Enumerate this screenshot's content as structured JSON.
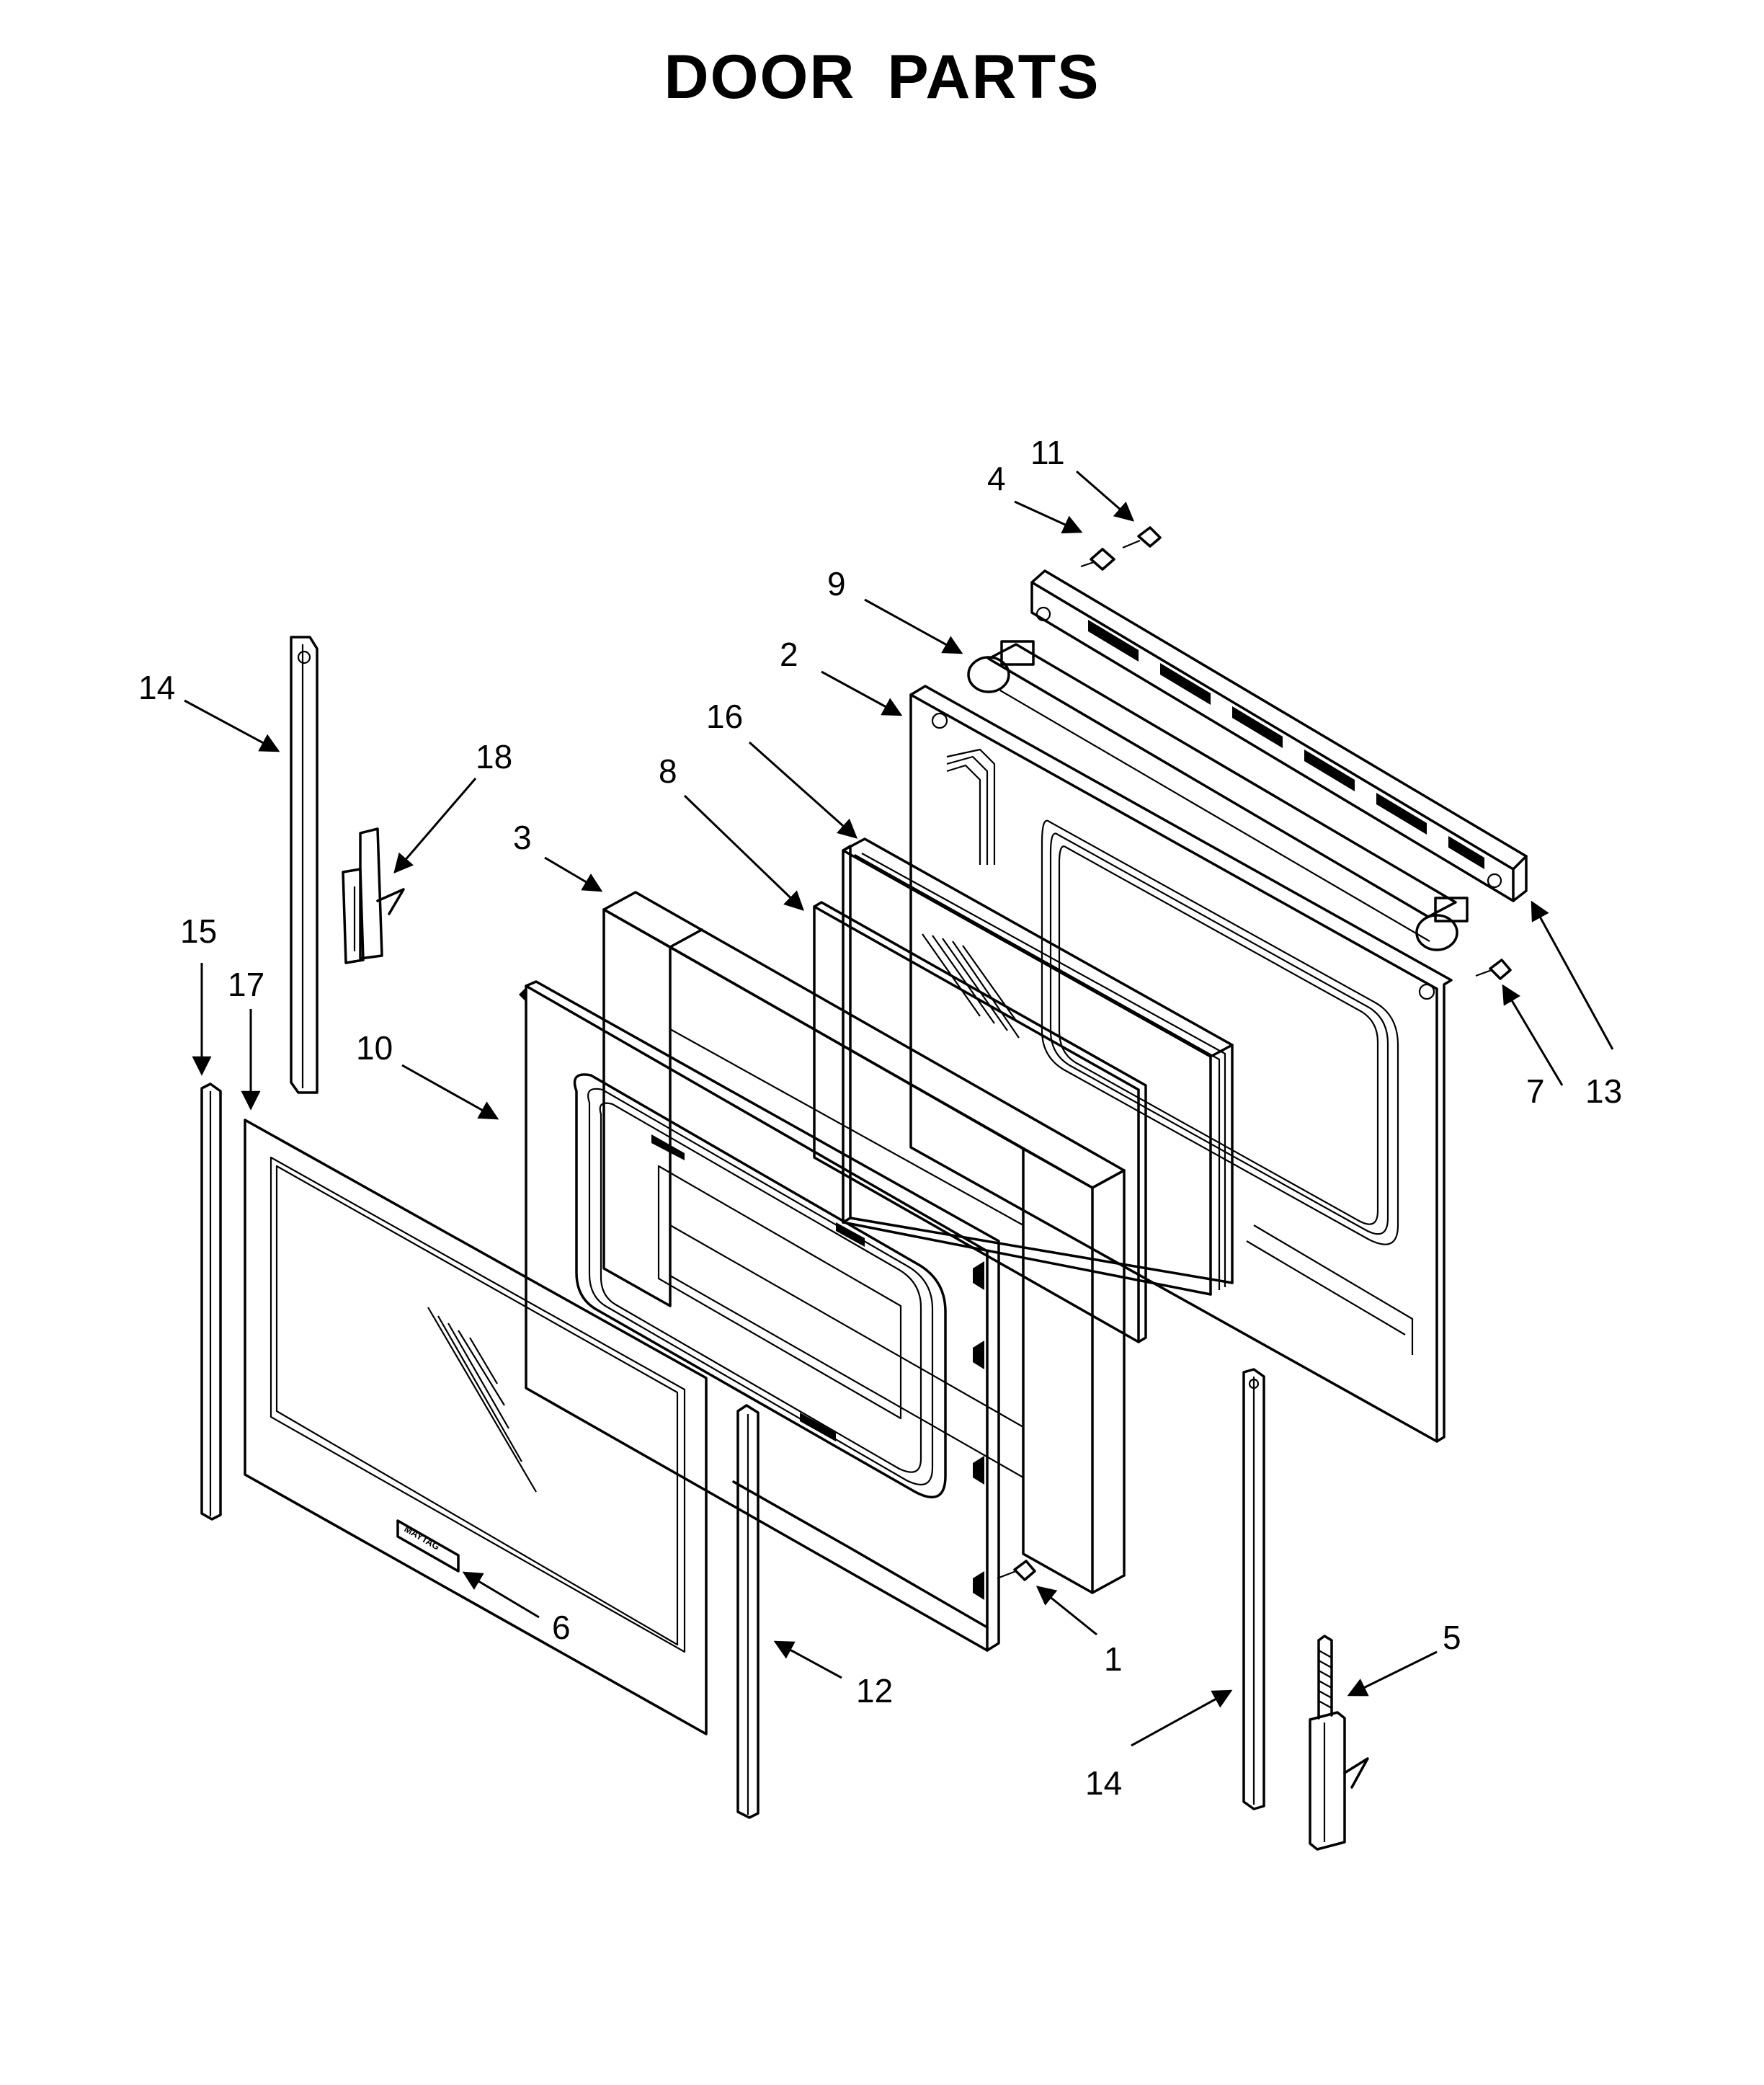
{
  "title": "DOOR PARTS",
  "callouts": [
    "1",
    "2",
    "3",
    "4",
    "5",
    "6",
    "7",
    "8",
    "9",
    "10",
    "11",
    "12",
    "13",
    "14",
    "14",
    "15",
    "16",
    "17",
    "18"
  ],
  "badge_text": "MAYTAG"
}
